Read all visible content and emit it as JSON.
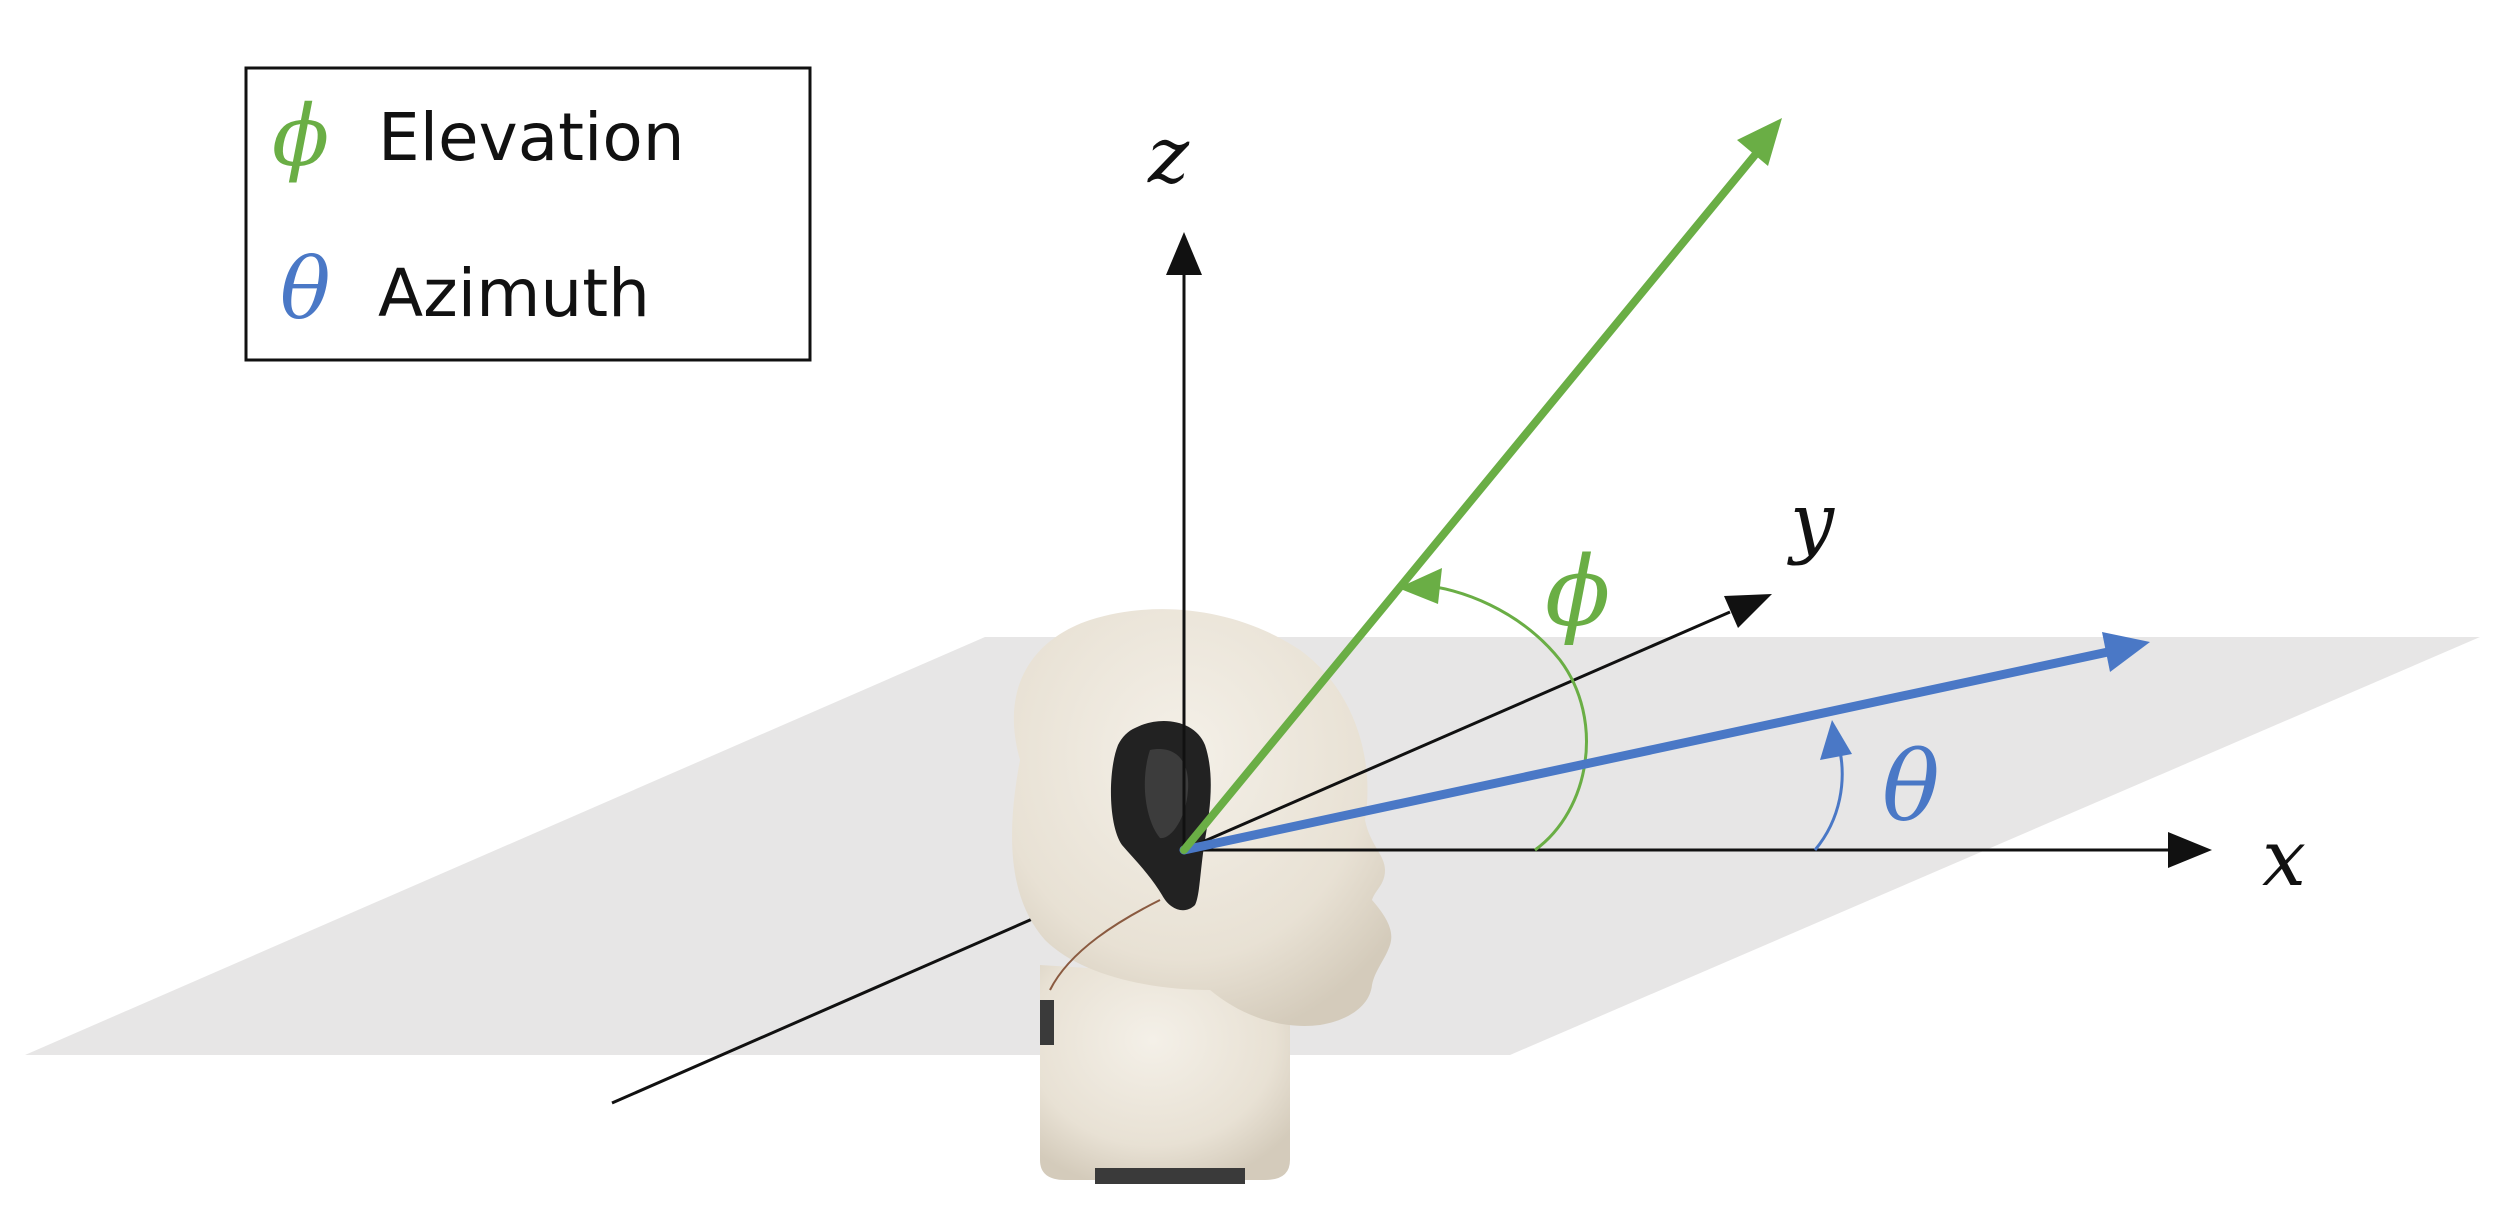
{
  "legend": {
    "elevation_symbol": "ϕ",
    "elevation_label": "Elevation",
    "azimuth_symbol": "θ",
    "azimuth_label": "Azimuth"
  },
  "axes": {
    "x_label": "x",
    "y_label": "y",
    "z_label": "z"
  },
  "angles": {
    "elevation_symbol": "ϕ",
    "azimuth_symbol": "θ"
  },
  "colors": {
    "elevation": "#6aae45",
    "azimuth": "#4a78c6",
    "axis": "#111111",
    "plane": "#e7e6e6",
    "head": "#ece6db",
    "ear": "#222222"
  },
  "icons": {
    "head": "mannequin-head-icon",
    "ear": "ear-microphone-icon"
  }
}
